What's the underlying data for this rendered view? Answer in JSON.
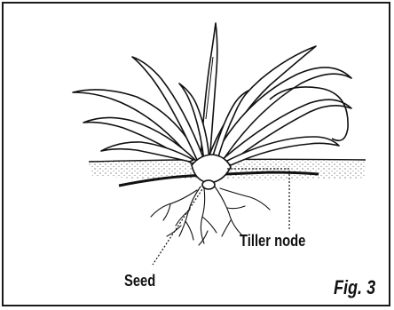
{
  "figure": {
    "caption": "Fig. 3",
    "labels": {
      "tiller_node": "Tiller node",
      "seed": "Seed"
    }
  },
  "colors": {
    "ink": "#111111",
    "frame": "#1a1a1a",
    "background": "#ffffff"
  }
}
